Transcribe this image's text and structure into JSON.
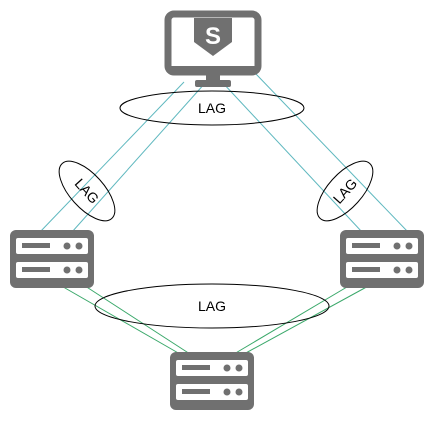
{
  "diagram": {
    "colors": {
      "device": "#707070",
      "device_screen": "#ffffff",
      "link_top": "#5fb8bf",
      "link_bottom": "#3aa86a",
      "lag_ring": "#000000",
      "lag_fill": "#ffffff",
      "label": "#000000"
    },
    "nodes": [
      {
        "id": "monitor",
        "icon": "security-monitor-icon",
        "glyph": "S"
      },
      {
        "id": "server-left",
        "icon": "server-icon"
      },
      {
        "id": "server-right",
        "icon": "server-icon"
      },
      {
        "id": "server-bottom",
        "icon": "server-icon"
      }
    ],
    "links": [
      {
        "from": "monitor",
        "to": "server-left",
        "count": 2
      },
      {
        "from": "monitor",
        "to": "server-right",
        "count": 2
      },
      {
        "from": "server-left",
        "to": "server-bottom",
        "count": 2
      },
      {
        "from": "server-right",
        "to": "server-bottom",
        "count": 2
      }
    ],
    "lags": [
      {
        "id": "lag-top",
        "label": "LAG"
      },
      {
        "id": "lag-left",
        "label": "LAG"
      },
      {
        "id": "lag-right",
        "label": "LAG"
      },
      {
        "id": "lag-bottom",
        "label": "LAG"
      }
    ]
  }
}
